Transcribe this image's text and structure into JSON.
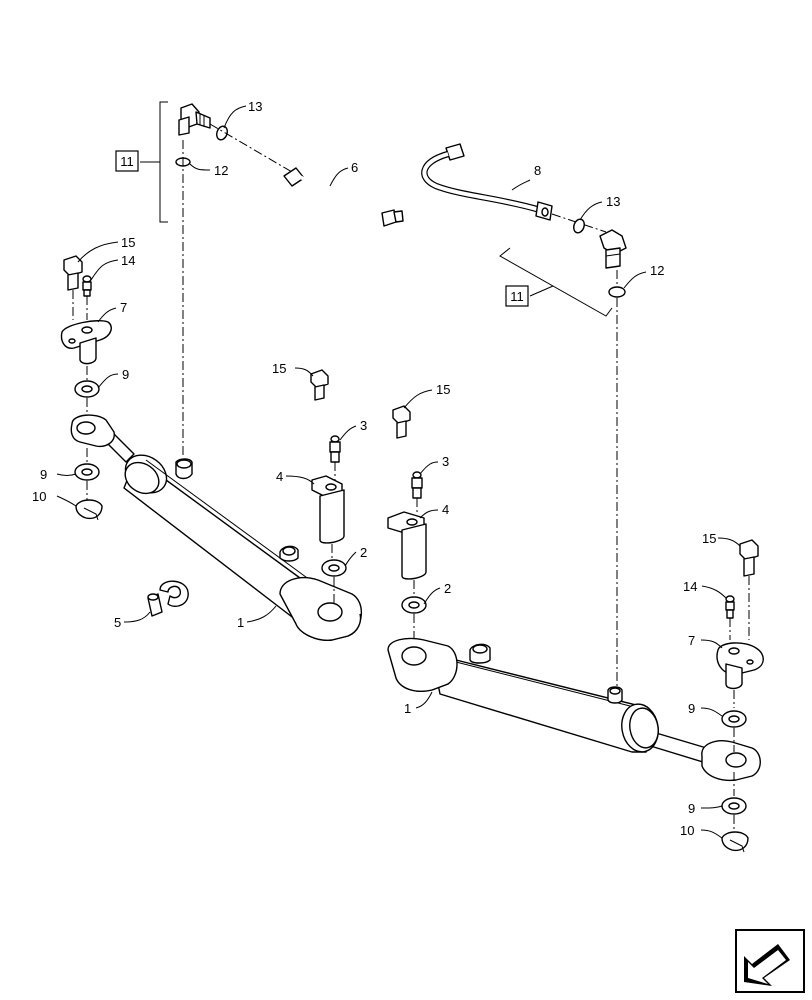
{
  "callouts": {
    "c1a": "1",
    "c1b": "1",
    "c2a": "2",
    "c2b": "2",
    "c3a": "3",
    "c3b": "3",
    "c4a": "4",
    "c4b": "4",
    "c5": "5",
    "c6": "6",
    "c7a": "7",
    "c7b": "7",
    "c8": "8",
    "c9a": "9",
    "c9b": "9",
    "c9c": "9",
    "c9d": "9",
    "c10a": "10",
    "c10b": "10",
    "c11a": "11",
    "c11b": "11",
    "c12a": "12",
    "c12b": "12",
    "c13a": "13",
    "c13b": "13",
    "c14a": "14",
    "c14b": "14",
    "c15a": "15",
    "c15b": "15",
    "c15c": "15"
  },
  "nav": {
    "icon": "next-page-arrow-icon"
  }
}
